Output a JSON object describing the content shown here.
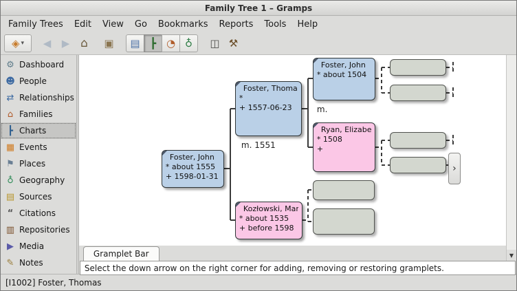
{
  "window": {
    "title": "Family Tree 1 – Gramps"
  },
  "menubar": {
    "items": [
      "Family Trees",
      "Edit",
      "View",
      "Go",
      "Bookmarks",
      "Reports",
      "Tools",
      "Help"
    ]
  },
  "toolbar": {
    "glyphs": {
      "logo": "◈",
      "caret": "▾",
      "back": "◀",
      "forward": "▶",
      "home": "⌂",
      "clipboard": "▣",
      "view_list": "▤",
      "view_pedigree": "┣",
      "view_fanchart": "◔",
      "view_geography": "♁",
      "reports": "◫",
      "tools": "⚒"
    }
  },
  "sidebar": {
    "items": [
      {
        "label": "Dashboard",
        "icon": "dashboard-icon",
        "glyph": "⚙"
      },
      {
        "label": "People",
        "icon": "person-icon",
        "glyph": "☻"
      },
      {
        "label": "Relationships",
        "icon": "relationships-icon",
        "glyph": "⇄"
      },
      {
        "label": "Families",
        "icon": "families-icon",
        "glyph": "⌂"
      },
      {
        "label": "Charts",
        "icon": "charts-icon",
        "glyph": "┣"
      },
      {
        "label": "Events",
        "icon": "events-icon",
        "glyph": "▦"
      },
      {
        "label": "Places",
        "icon": "places-icon",
        "glyph": "⚑"
      },
      {
        "label": "Geography",
        "icon": "geography-icon",
        "glyph": "♁"
      },
      {
        "label": "Sources",
        "icon": "sources-icon",
        "glyph": "▤"
      },
      {
        "label": "Citations",
        "icon": "citations-icon",
        "glyph": "“"
      },
      {
        "label": "Repositories",
        "icon": "repositories-icon",
        "glyph": "▥"
      },
      {
        "label": "Media",
        "icon": "media-icon",
        "glyph": "▶"
      },
      {
        "label": "Notes",
        "icon": "notes-icon",
        "glyph": "✎"
      }
    ],
    "selected": "Charts"
  },
  "chart": {
    "persons": [
      {
        "name": "Foster, John",
        "birth": "* about 1555",
        "death": "+ 1598-01-31",
        "gender": "male"
      },
      {
        "name": "Foster, Thomas",
        "birth": "*",
        "death": "+ 1557-06-23",
        "gender": "male"
      },
      {
        "name": "Kozłowski, Margret",
        "birth": "* about 1535",
        "death": "+ before 1598",
        "gender": "female"
      },
      {
        "name": "Foster, John",
        "birth": "* about 1504",
        "death": "",
        "gender": "male"
      },
      {
        "name": "Ryan, Elizabeth",
        "birth": "* 1508",
        "death": "+",
        "gender": "female"
      }
    ],
    "labels": {
      "marriage_thomas_kozlowski": "m. 1551",
      "marriage_foster_ryan": "m."
    },
    "expander_glyph": "›"
  },
  "scrollbar": {
    "down_glyph": "▼"
  },
  "gramplet_bar": {
    "tab_label": "Gramplet Bar",
    "message": "Select the down arrow on the right corner for adding, removing or restoring gramplets."
  },
  "statusbar": {
    "text": "[I1002] Foster, Thomas"
  },
  "colors": {
    "male_box": "#bad0e7",
    "female_box": "#fbc7e6",
    "empty_box": "#d3d7cf",
    "box_border": "#2e3436",
    "selection_bg": "#c6c6c4"
  }
}
